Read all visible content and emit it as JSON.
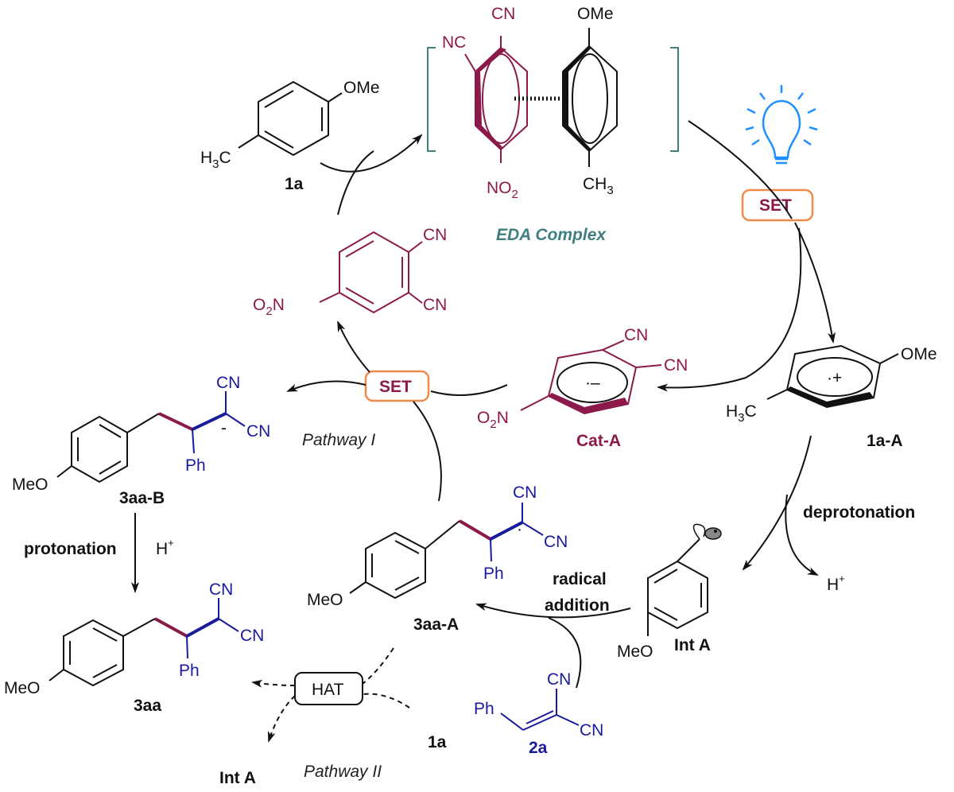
{
  "colors": {
    "black": "#111111",
    "maroon": "#8b1a4a",
    "blue": "#1a1a9c",
    "teal": "#3f7f7f",
    "orange": "#f08a4b",
    "light_blue": "#1e90ff"
  },
  "icons": {
    "light": "lightbulb-icon"
  },
  "labels": {
    "c1a_top": "1a",
    "c1a_bottom": "1a",
    "eda_complex": "EDA Complex",
    "set": "SET",
    "radical_cation": "1a-A",
    "cat_a": "Cat-A",
    "int_a_mid": "Int A",
    "int_a_bottom": "Int A",
    "c3aa_b": "3aa-B",
    "c3aa_a": "3aa-A",
    "c3aa": "3aa",
    "c2a": "2a",
    "hat": "HAT"
  },
  "atoms": {
    "cn": "CN",
    "nc": "NC",
    "ome": "OMe",
    "meo": "MeO",
    "ph": "Ph",
    "h3c": "H",
    "h3c_sub": "3",
    "h3c_c": "C",
    "ch3_c": "CH",
    "ch3_sub": "3",
    "no2_n": "NO",
    "no2_sub": "2",
    "o2n_o": "O",
    "o2n_sub": "2",
    "o2n_n": "N",
    "h": "H",
    "h_plus": "+",
    "radical_cation_sign": "·+",
    "radical_anion_sign": "·–",
    "carbanion_sign": "-",
    "radical_dot": "·"
  },
  "steps": {
    "pathway_1": "Pathway I",
    "pathway_2": "Pathway II",
    "protonation": "protonation",
    "deprotonation": "deprotonation",
    "radical_addition_1": "radical",
    "radical_addition_2": "addition"
  }
}
